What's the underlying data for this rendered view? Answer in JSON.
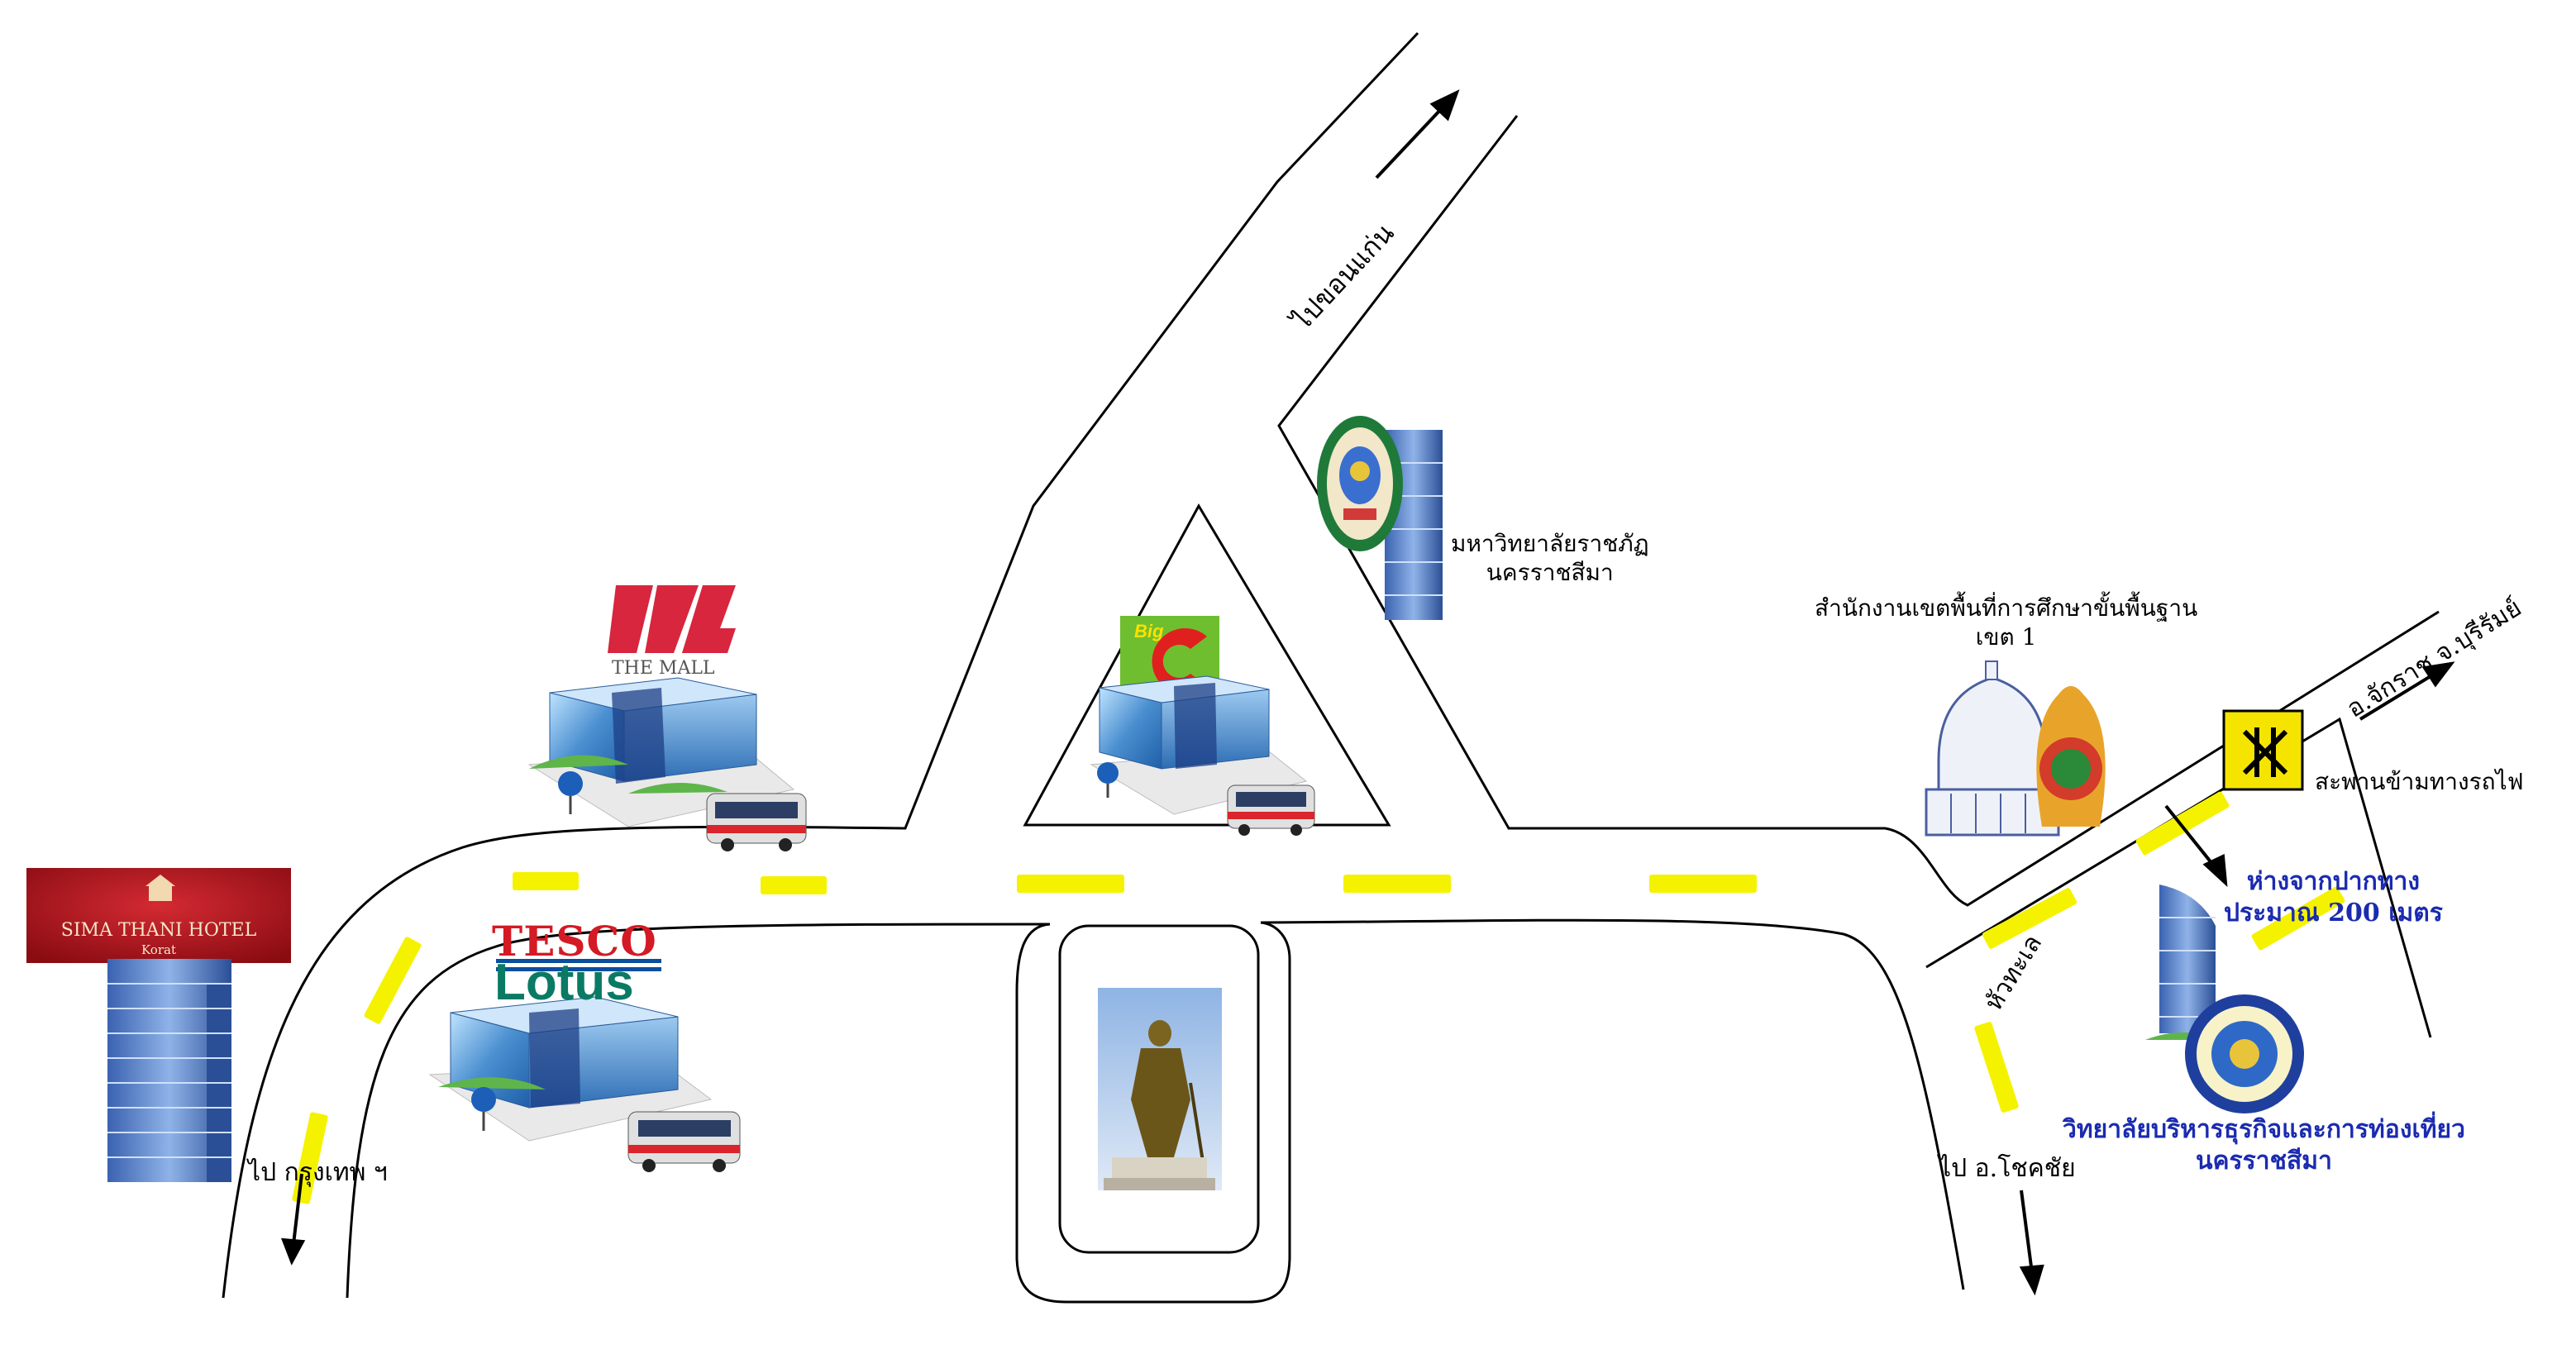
{
  "roads": {
    "to_khonkaen": "ไปขอนแก่น",
    "to_bangkok": "ไป กรุงเทพ ฯ",
    "to_chokchai": "ไป อ.โชคชัย",
    "hua_thale": "หัวทะเล",
    "to_buriram": "อ.จักราช จ.บุรีรัมย์"
  },
  "places": {
    "rajabhat_line1": "มหาวิทยาลัยราชภัฏ",
    "rajabhat_line2": "นครราชสีมา",
    "office_line1": "สำนักงานเขตพื้นที่การศึกษาขั้นพื้นฐาน",
    "office_line2": "เขต 1",
    "rail_bridge": "สะพานข้ามทางรถไฟ",
    "distance_line1": "ห่างจากปากทาง",
    "distance_line2": "ประมาณ 200 เมตร",
    "college_line1": "วิทยาลัยบริหารธุรกิจและการท่องเที่ยว",
    "college_line2": "นครราชสีมา"
  },
  "brands": {
    "hotel_name": "SIMA THANI HOTEL",
    "hotel_city": "Korat",
    "mall_name": "THE MALL",
    "tesco": "TESCO",
    "lotus": "Lotus",
    "bigc_big": "Big",
    "bigc_c": "C"
  },
  "colors": {
    "road_stripe": "#f5f200",
    "hotel_red": "#b5121b",
    "tesco_red": "#d41a24",
    "lotus_green": "#0a7a64",
    "bigc_green": "#6fbe2f",
    "bigc_red": "#e0201f",
    "building_blue": "#4a8fd0",
    "navy_text": "#1a2bb0"
  }
}
